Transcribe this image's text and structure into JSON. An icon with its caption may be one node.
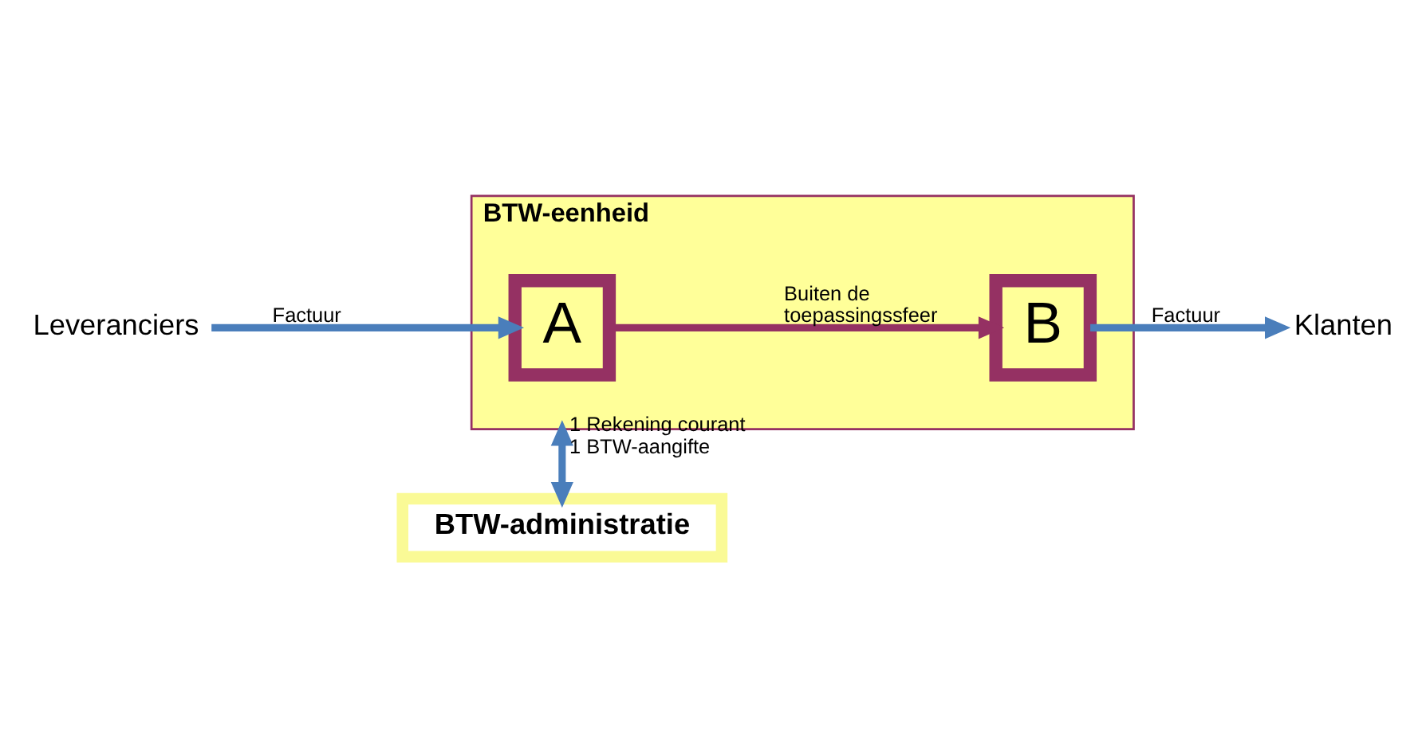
{
  "diagram": {
    "nodes": [
      {
        "text": [
          "BTW-administratie"
        ]
      },
      {
        "text": [
          "BTW-eenheid"
        ]
      },
      {
        "text": [
          "A"
        ],
        "in": 1
      },
      {
        "text": [
          "B"
        ],
        "in": 1
      },
      {
        "text": [
          "Leveranciers"
        ]
      },
      {
        "text": [
          "Klanten"
        ]
      }
    ],
    "edges": [
      {
        "from": 0,
        "to": 1,
        "arrow": "both",
        "label": "1 Rekening courant 1 BTW-aangifte"
      },
      {
        "from": 4,
        "to": 2,
        "arrow": "to",
        "label": "Factuur"
      },
      {
        "from": 2,
        "to": 3,
        "arrow": "to",
        "label": "Buiten de toepassingssfeer",
        "color": "#953163"
      },
      {
        "from": 3,
        "to": 5,
        "arrow": "to",
        "label": "Factuur"
      }
    ]
  }
}
